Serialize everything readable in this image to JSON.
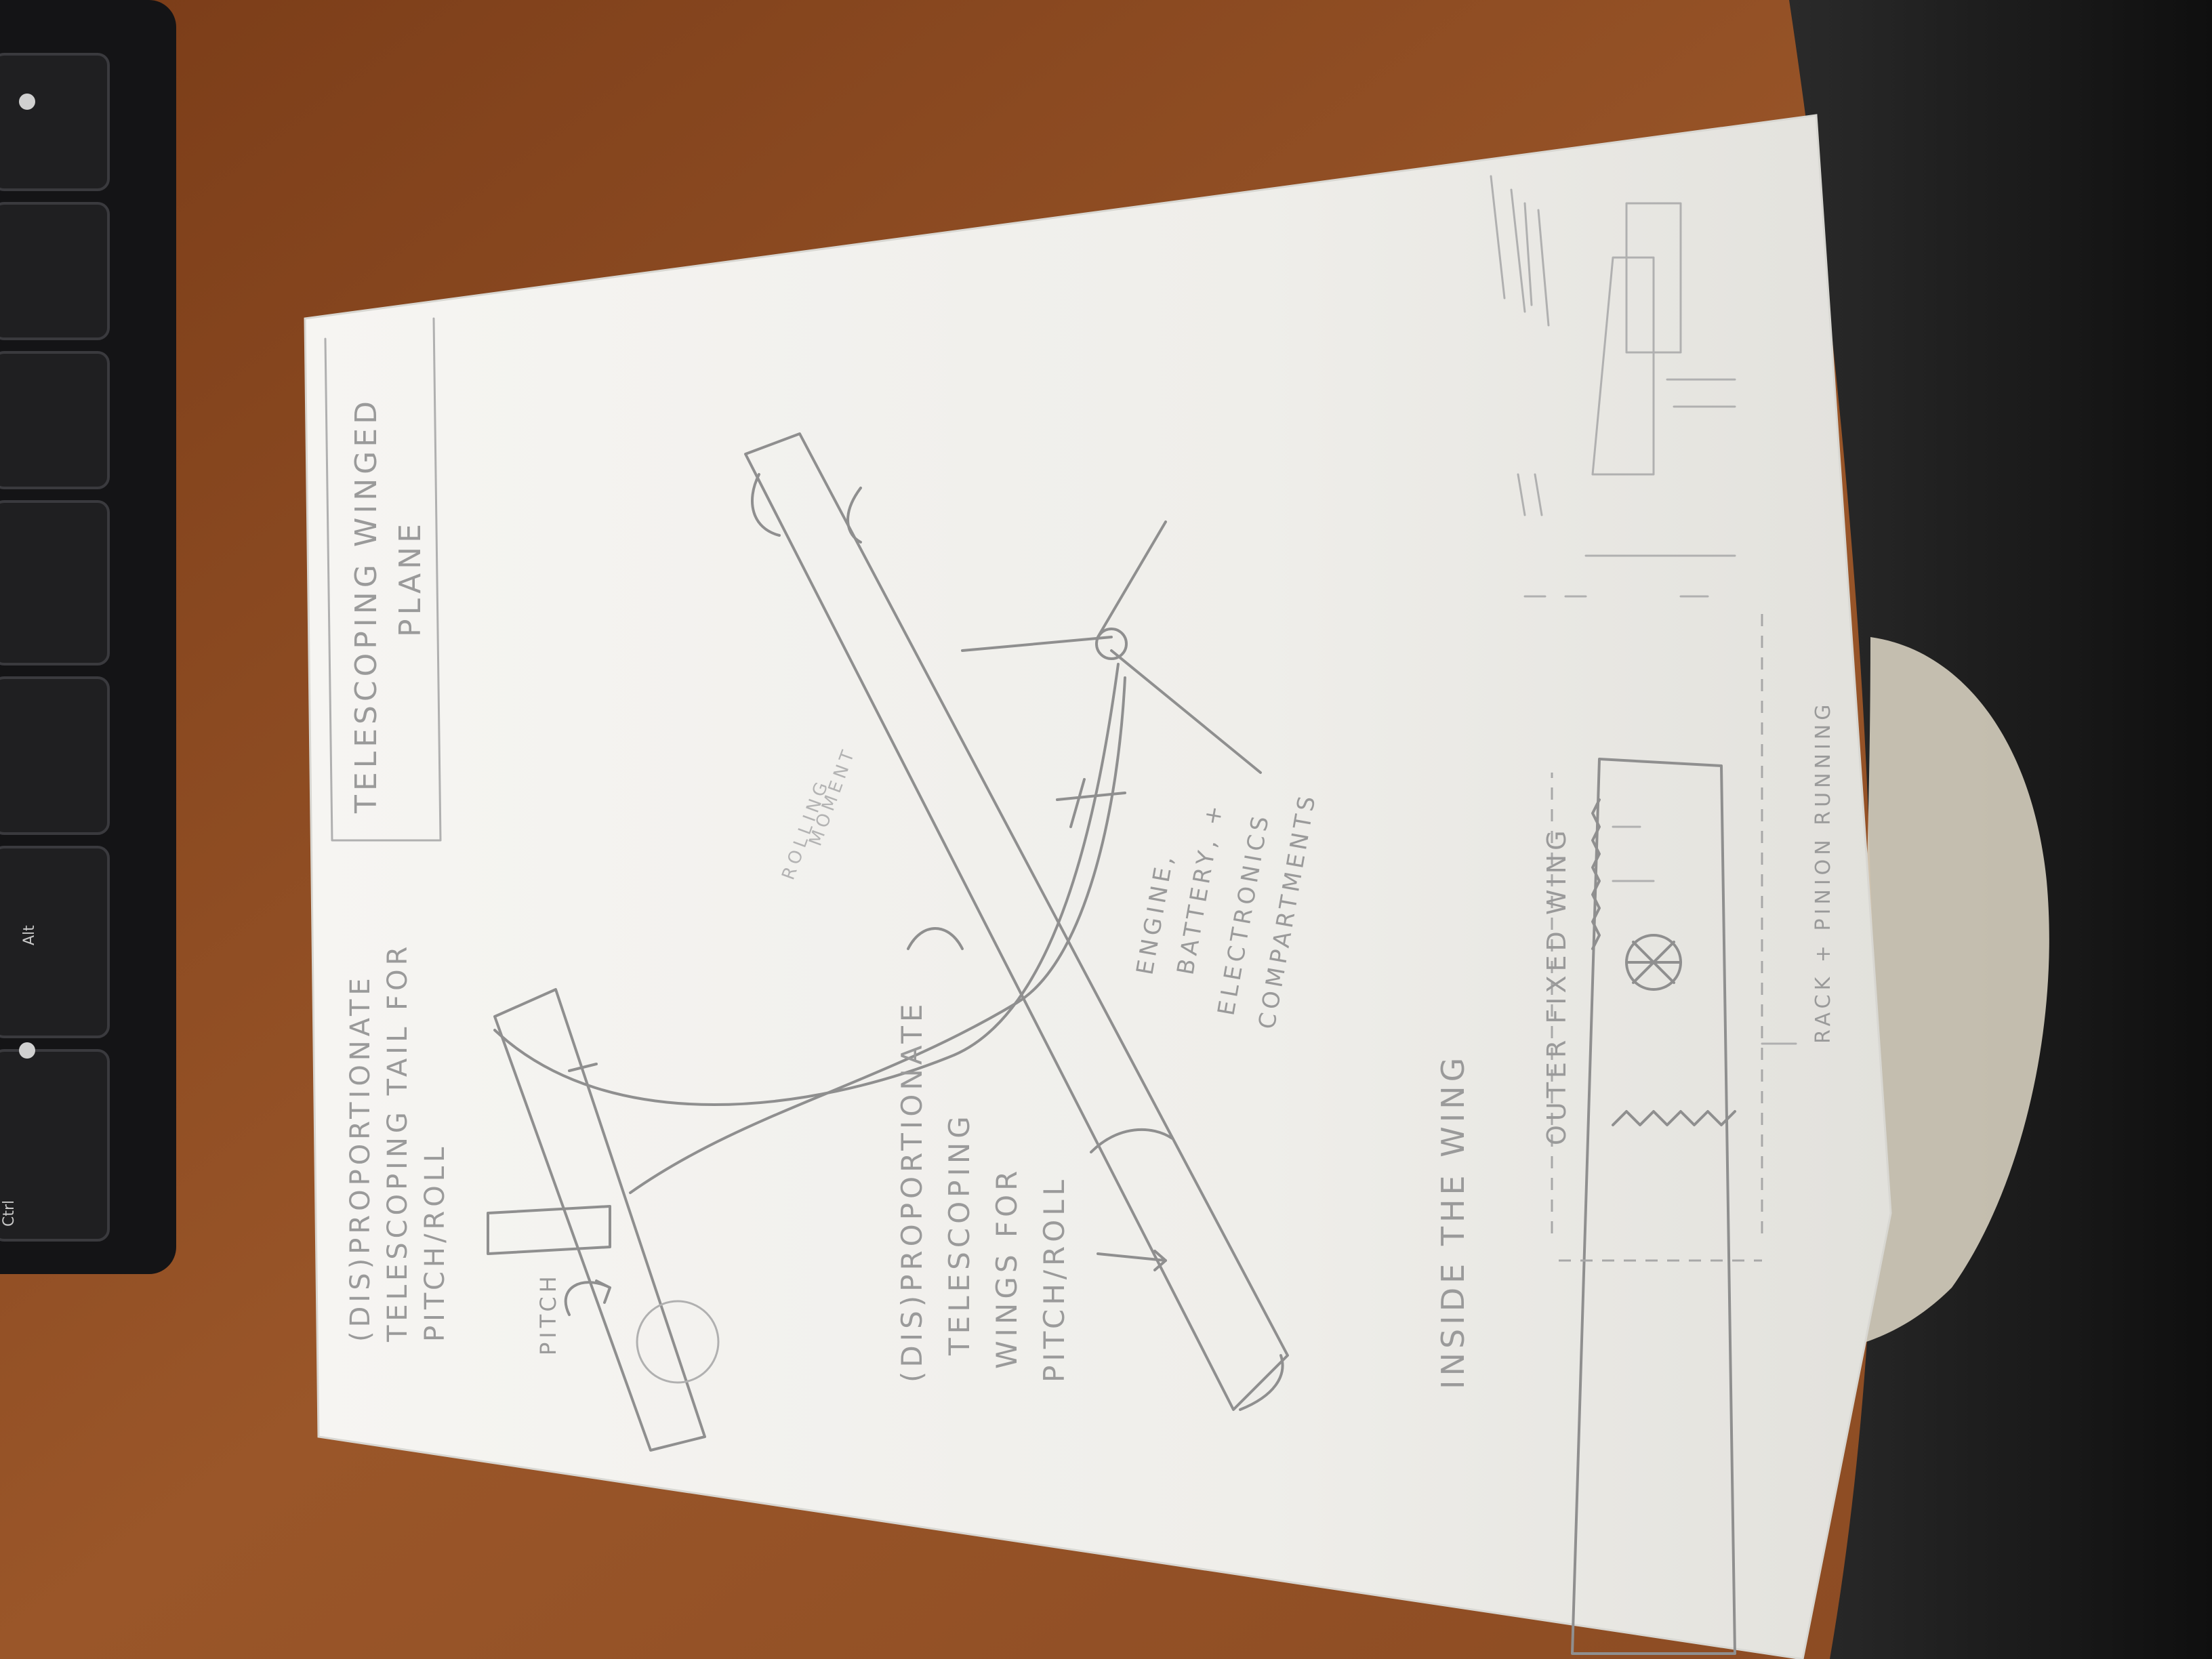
{
  "colors": {
    "desk": "#8a4a22",
    "paper": "#f4f3f0",
    "pencil": "#8f8f8f",
    "keyboard": "#141416",
    "bag": "#1b1b1b",
    "cloth": "#d9d2c2"
  },
  "keyboard": {
    "keys": [
      "Ctrl",
      "Alt"
    ]
  },
  "sketch": {
    "title_line1": "TELESCOPING WINGED",
    "title_line2": "PLANE",
    "tail_note": [
      "(DIS)PROPORTIONATE",
      "TELESCOPING TAIL FOR",
      "PITCH/ROLL"
    ],
    "pitch_label": "PITCH",
    "rolling_moment_label": [
      "ROLLING",
      "MOMENT"
    ],
    "engine_note": [
      "ENGINE,",
      "BATTERY, +",
      "ELECTRONICS",
      "COMPARTMENTS"
    ],
    "wing_note": [
      "(DIS)PROPORTIONATE",
      "TELESCOPING",
      "WINGS FOR",
      "PITCH/ROLL"
    ],
    "inside_wing_label": "INSIDE THE WING",
    "outer_fixed_wing_label": "OUTER FIXED WING",
    "rack_pinion_label": "RACK + PINION RUNNING"
  }
}
